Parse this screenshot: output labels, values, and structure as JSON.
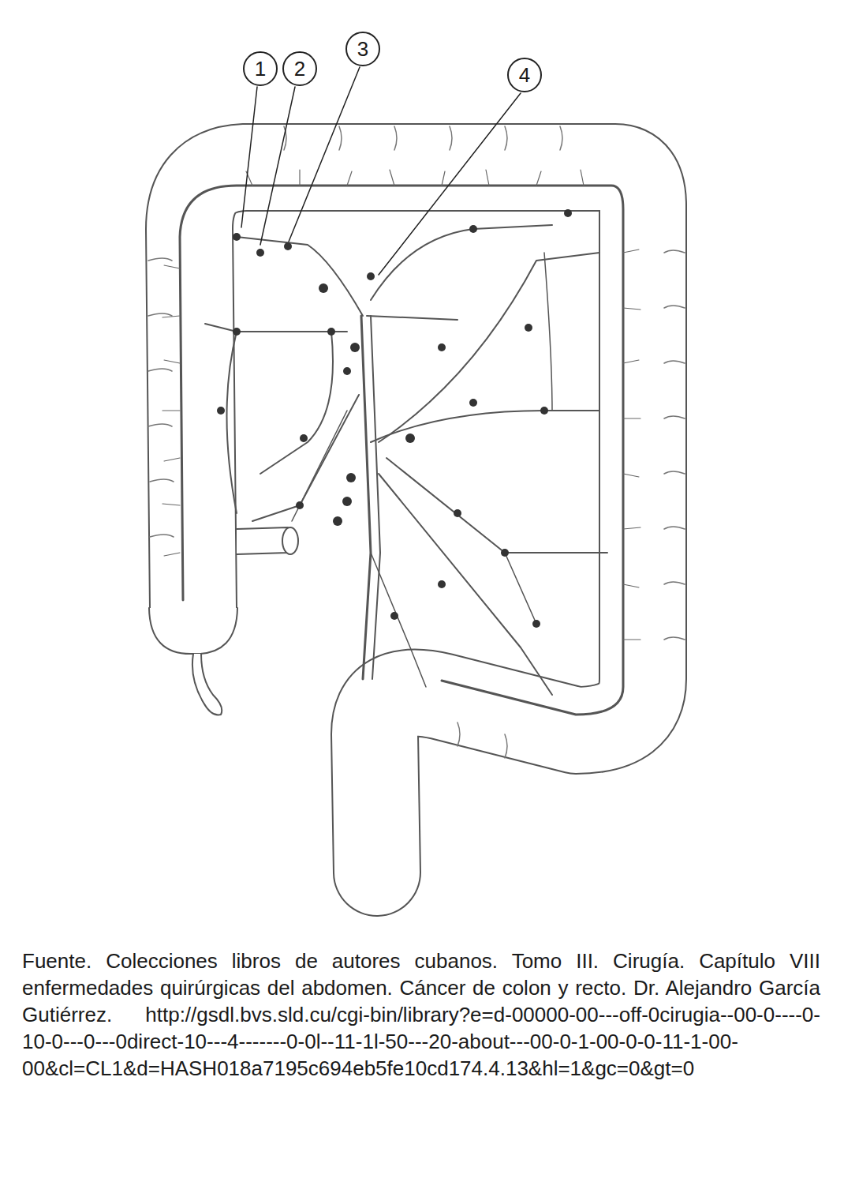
{
  "diagram": {
    "caption": "Fuente. Colecciones libros de autores cubanos. Tomo III. Cirugía. Capítulo VIII enfermedades quirúrgicas del abdomen. Cáncer de colon y recto. Dr. Alejandro García Gutiérrez. http://gsdl.bvs.sld.cu/cgi-bin/library?e=d-00000-00---off-0cirugia--00-0----0-10-0---0---0direct-10---4-------0-0l--11-1l-50---20-about---00-0-1-00-0-0-11-1-00-00&cl=CL1&d=HASH018a7195c694eb5fe10cd174.4.13&hl=1&gc=0&gt=0",
    "nodes": [
      {
        "text": [
          "1"
        ]
      },
      {
        "text": [
          "2"
        ]
      },
      {
        "text": [
          "3"
        ]
      },
      {
        "text": [
          "4"
        ]
      }
    ]
  }
}
